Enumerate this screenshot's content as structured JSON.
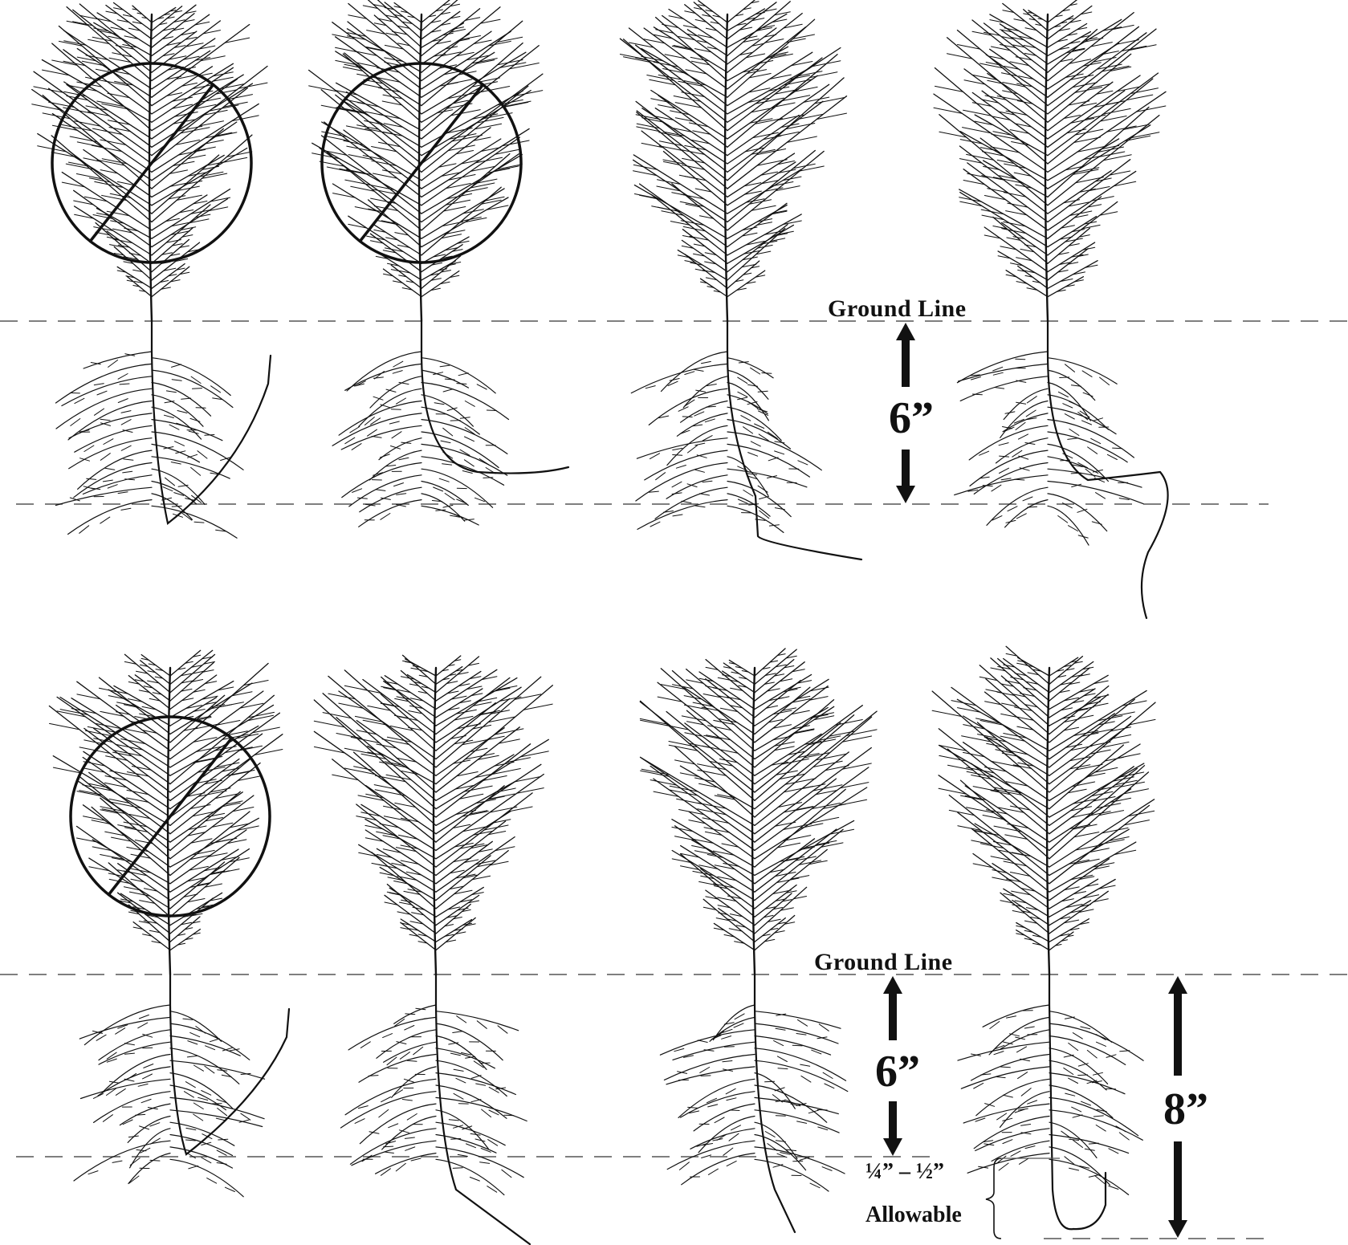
{
  "rows": [
    {
      "ground_label": "Ground Line",
      "depth_label": "6”"
    },
    {
      "ground_label": "Ground Line",
      "depth_label": "6”",
      "total_label": "8”",
      "tolerance_range": "¼” – ½”",
      "tolerance_word": "Allowable"
    }
  ],
  "seedlings": [
    {
      "row": 0,
      "rejected": true,
      "root": "j-root"
    },
    {
      "row": 0,
      "rejected": true,
      "root": "l-root"
    },
    {
      "row": 0,
      "rejected": false,
      "root": "deep-bent"
    },
    {
      "row": 0,
      "rejected": false,
      "root": "deep-bent"
    },
    {
      "row": 1,
      "rejected": true,
      "root": "j-root"
    },
    {
      "row": 1,
      "rejected": false,
      "root": "straight"
    },
    {
      "row": 1,
      "rejected": false,
      "root": "straight"
    },
    {
      "row": 1,
      "rejected": false,
      "root": "slight-curl"
    }
  ],
  "colors": {
    "ink": "#111111",
    "dash": "#555555",
    "paper": "#ffffff"
  },
  "icons": [
    "no-sign-icon",
    "arrow-up-icon",
    "arrow-down-icon",
    "brace-icon"
  ]
}
